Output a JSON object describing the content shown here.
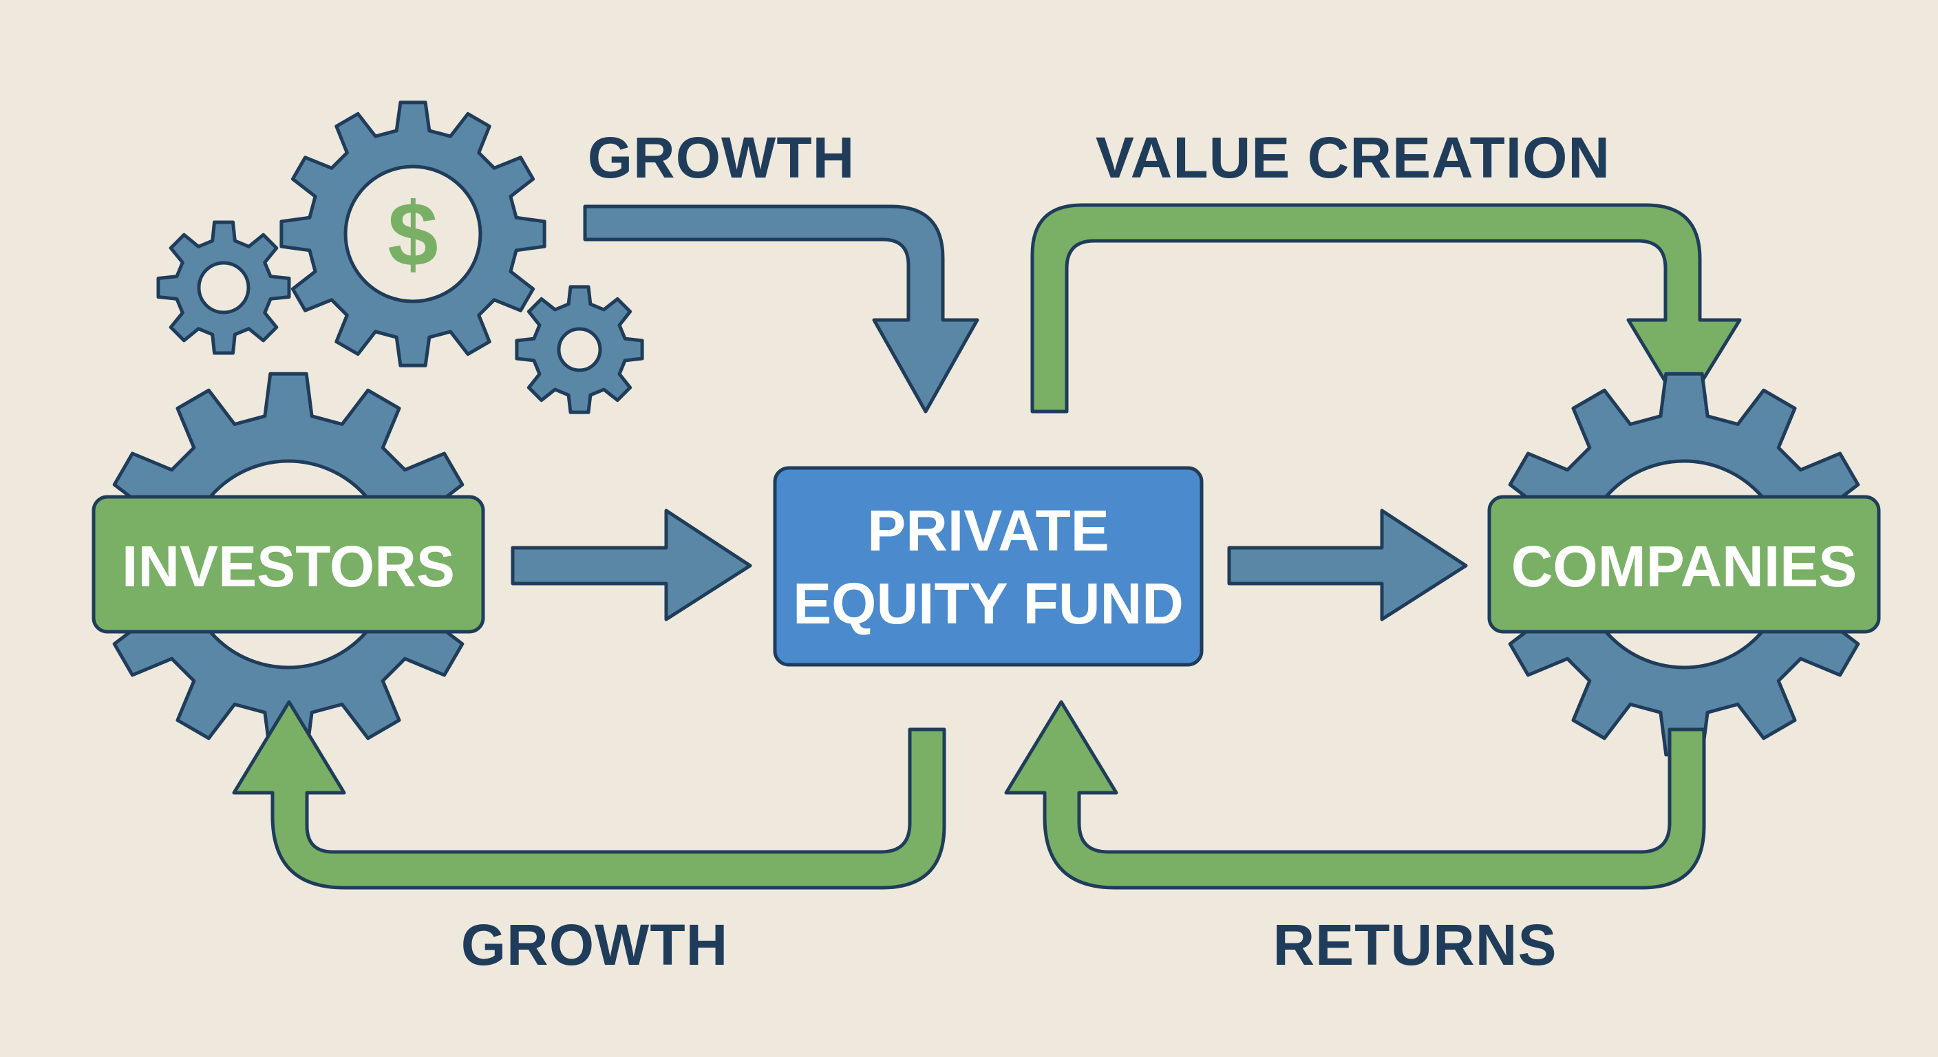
{
  "labels": {
    "top_left": "GROWTH",
    "top_right": "VALUE CREATION",
    "bottom_left": "GROWTH",
    "bottom_right": "RETURNS"
  },
  "nodes": {
    "investors": "INVESTORS",
    "fund_line1": "PRIVATE",
    "fund_line2": "EQUITY FUND",
    "companies": "COMPANIES"
  },
  "symbols": {
    "coin": "$"
  },
  "colors": {
    "background": "#efe8dc",
    "steel_blue": "#5b87a6",
    "green": "#79b065",
    "fund_blue": "#4a8acd",
    "outline": "#1f3d5a",
    "label_text": "#1f3d5a"
  },
  "icons": [
    "gear-icon",
    "dollar-icon",
    "arrow-right-icon",
    "arrow-down-icon",
    "arrow-up-icon"
  ]
}
